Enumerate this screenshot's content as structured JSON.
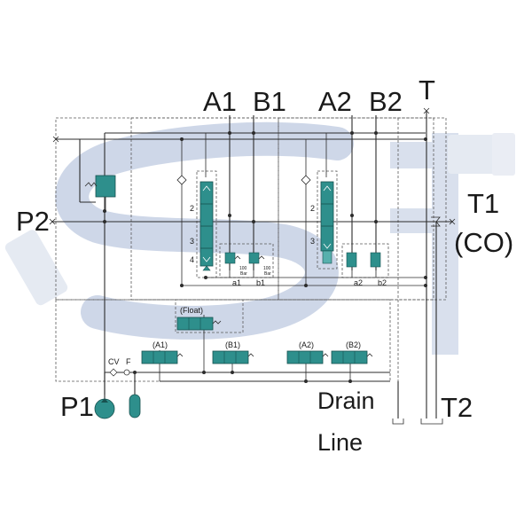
{
  "ports": {
    "A1": "A1",
    "B1": "B1",
    "A2": "A2",
    "B2": "B2",
    "T": "T",
    "P2": "P2",
    "T1": "T1",
    "CO": "(CO)",
    "P1": "P1",
    "drain": "Drain",
    "line": "Line",
    "T2": "T2"
  },
  "section_labels": {
    "pos2_left": "2",
    "pos3_left": "3",
    "pos4_left": "4",
    "pos2_right": "2",
    "pos3_right": "3",
    "a1": "a1",
    "b1": "b1",
    "a2": "a2",
    "b2": "b2"
  },
  "relief_labels": {
    "left_val": "100",
    "left_unit": "Bar",
    "right_val": "100",
    "right_unit": "Bar"
  },
  "solenoids": {
    "float": "(Float)",
    "a1": "(A1)",
    "b1": "(B1)",
    "a2": "(A2)",
    "b2": "(B2)"
  },
  "small_labels": {
    "cv": "CV",
    "f": "F"
  },
  "watermark": {
    "color": "#c9d3e6"
  },
  "colors": {
    "valve": "#2e8f8c",
    "line": "#2b2b2b"
  }
}
